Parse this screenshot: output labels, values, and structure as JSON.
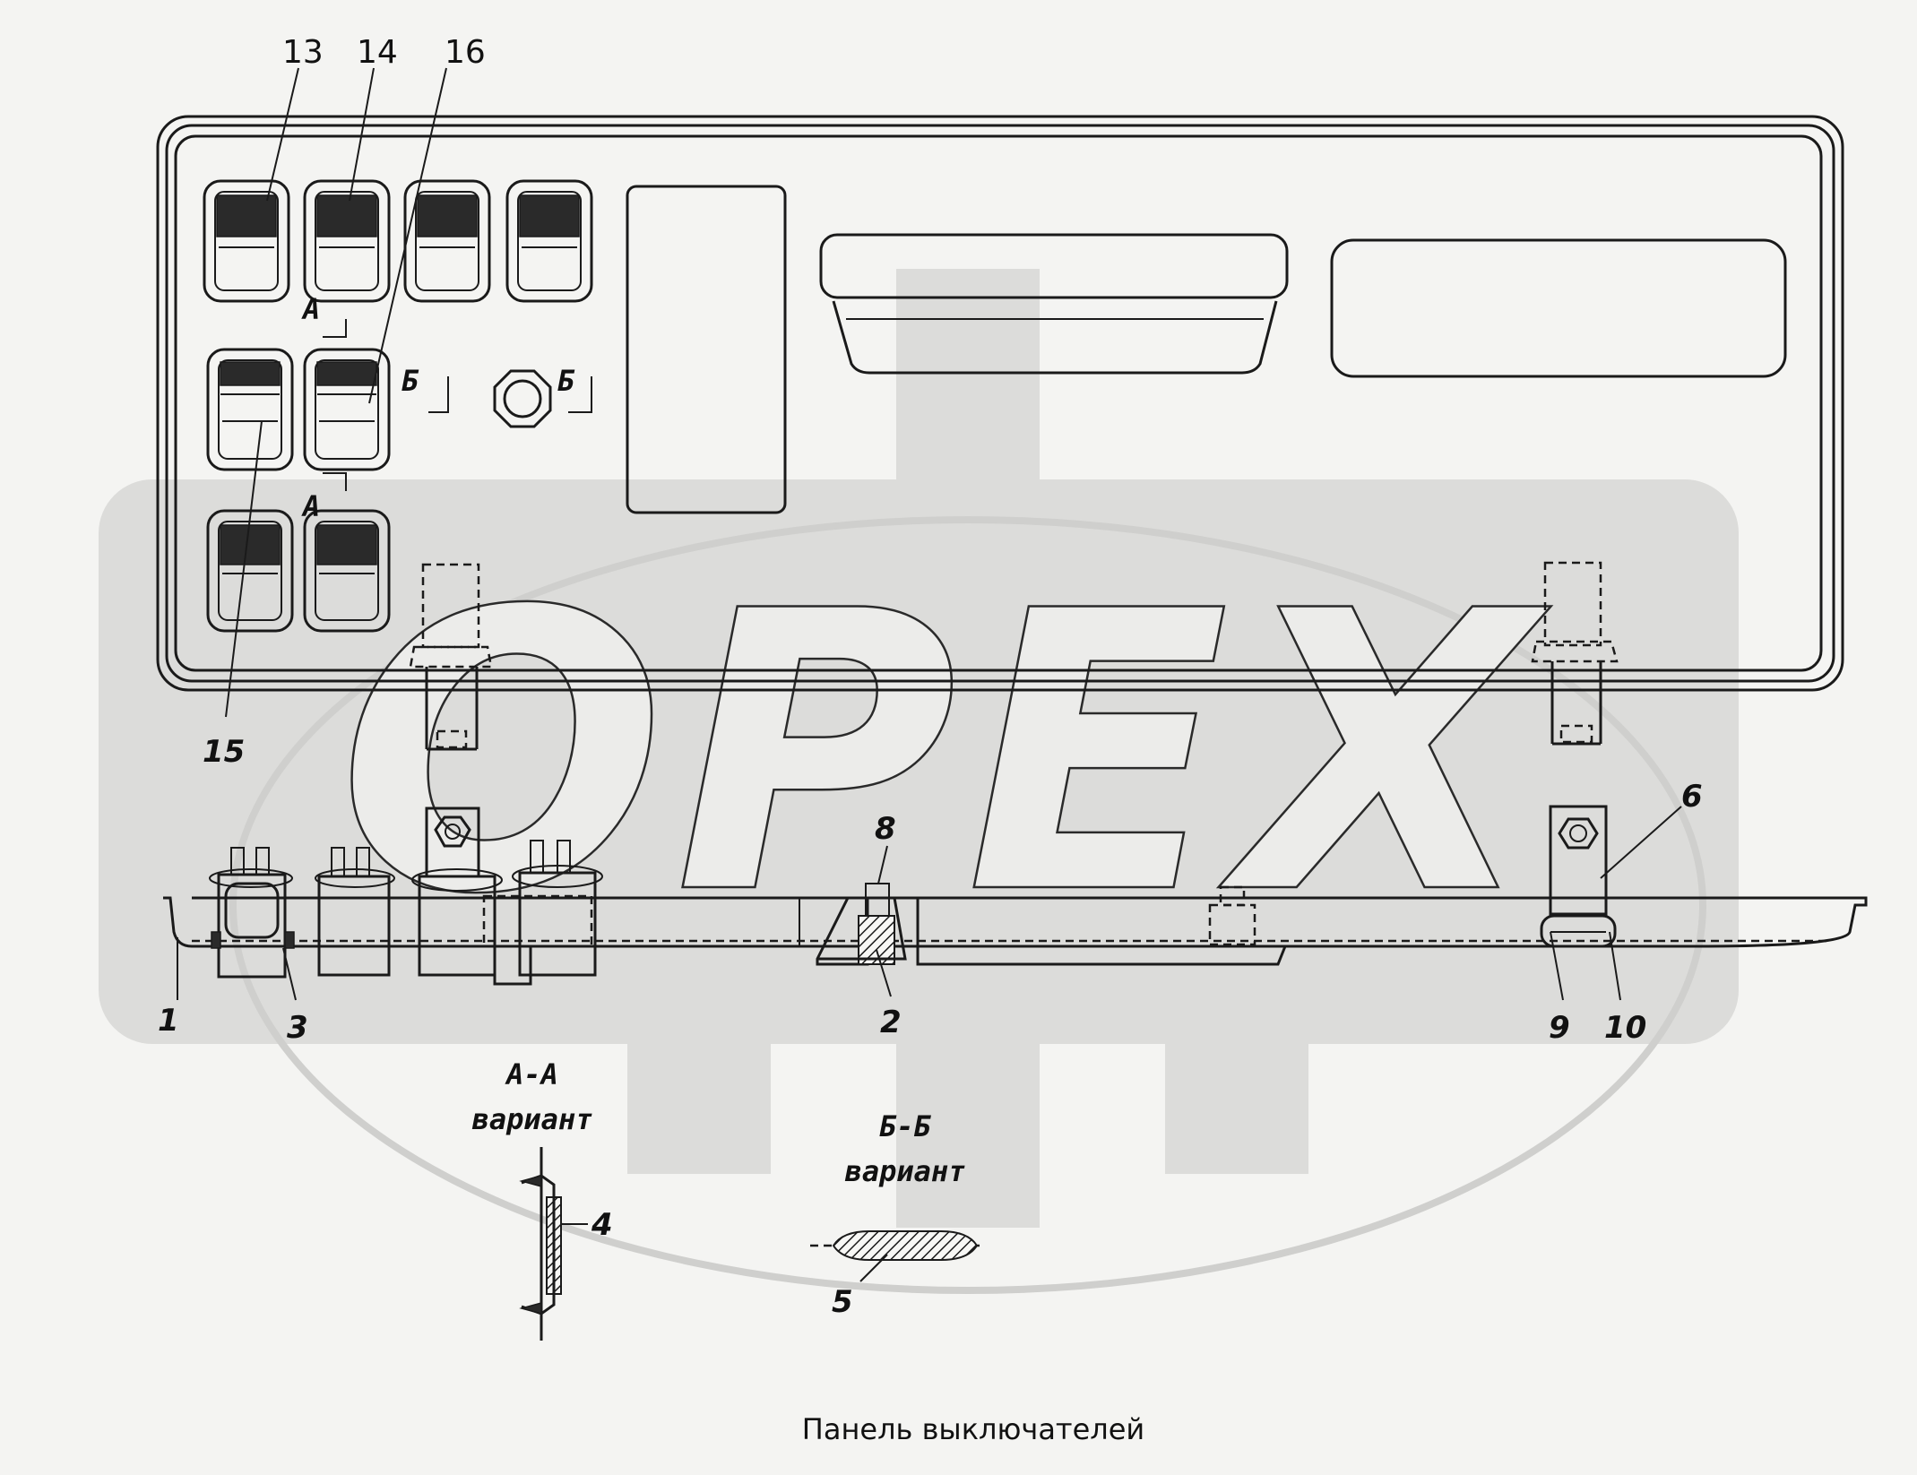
{
  "watermark": {
    "text": "OPEX"
  },
  "callouts": {
    "c13": "13",
    "c14": "14",
    "c16": "16",
    "c15": "15",
    "c1": "1",
    "c3": "3",
    "c8": "8",
    "c2": "2",
    "c6": "6",
    "c9": "9",
    "c10": "10",
    "c4": "4",
    "c5": "5"
  },
  "section_marks": {
    "a": "А",
    "b": "Б"
  },
  "sections": {
    "aa_title": "А-А",
    "aa_subtitle": "вариант",
    "bb_title": "Б-Б",
    "bb_subtitle": "вариант"
  },
  "caption": "Панель выключателей"
}
